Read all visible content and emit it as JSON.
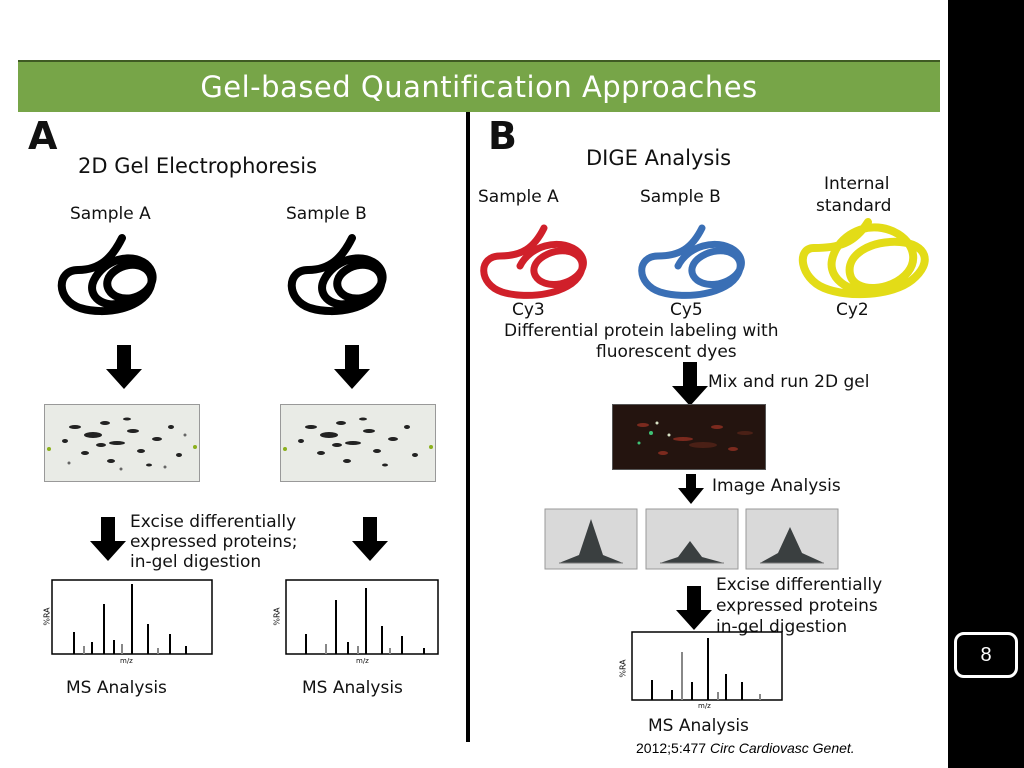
{
  "slide": {
    "title": "Gel-based Quantification Approaches",
    "page_number": "8",
    "citation_ref": "2012;5:477",
    "citation_journal": "Circ Cardiovasc Genet."
  },
  "panel_a": {
    "letter": "A",
    "heading": "2D Gel Electrophoresis",
    "sample_a": "Sample A",
    "sample_b": "Sample B",
    "excise_line1": "Excise differentially",
    "excise_line2": "expressed proteins;",
    "excise_line3": "in-gel digestion",
    "spectrum_ylabel": "%RA",
    "spectrum_xlabel": "m/z",
    "ms_label": "MS Analysis",
    "protein_color": "#000000"
  },
  "panel_b": {
    "letter": "B",
    "heading": "DIGE Analysis",
    "sample_a": "Sample A",
    "sample_b": "Sample B",
    "internal_line1": "Internal",
    "internal_line2": "standard",
    "dye_a": "Cy3",
    "dye_b": "Cy5",
    "dye_c": "Cy2",
    "labeling_line1": "Differential protein labeling with",
    "labeling_line2": "fluorescent dyes",
    "mix_run": "Mix and run 2D gel",
    "image_analysis": "Image Analysis",
    "excise_line1": "Excise differentially",
    "excise_line2": "expressed proteins",
    "excise_line3": "in-gel digestion",
    "spectrum_ylabel": "%RA",
    "spectrum_xlabel": "m/z",
    "ms_label": "MS Analysis",
    "colors": {
      "cy3": "#d0202a",
      "cy5": "#3a6fb5",
      "cy2": "#e3dc17"
    }
  }
}
